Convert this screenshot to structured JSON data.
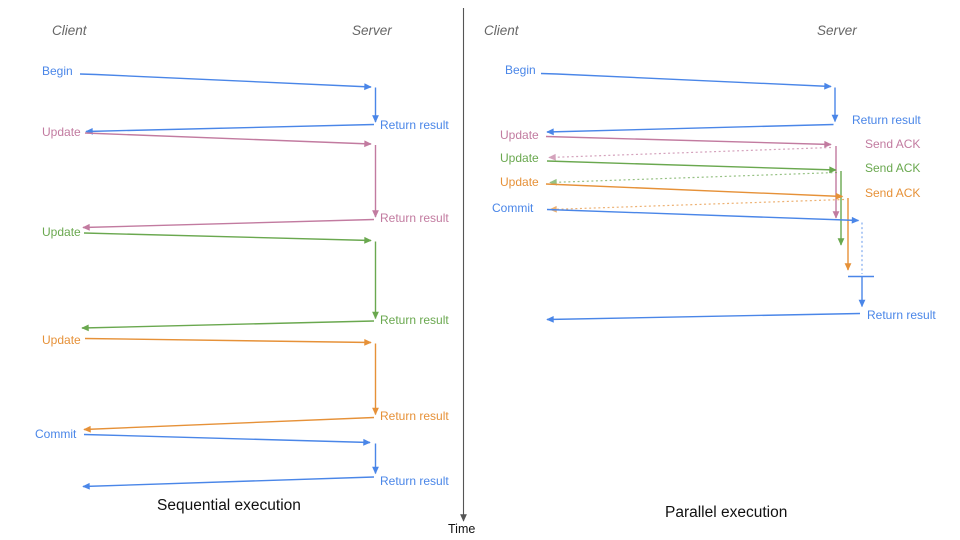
{
  "palette": {
    "blue": "#4a86e8",
    "pink": "#c27ba0",
    "green": "#6aa84f",
    "orange": "#e69138",
    "header_gray": "#666666",
    "axis_gray": "#555555",
    "text_black": "#111111"
  },
  "time_axis_label": "Time",
  "left": {
    "client": "Client",
    "server": "Server",
    "title": "Sequential execution",
    "rows": [
      {
        "request": "Begin",
        "color": "blue",
        "response": "Return result"
      },
      {
        "request": "Update",
        "color": "pink",
        "response": "Return result"
      },
      {
        "request": "Update",
        "color": "green",
        "response": "Return result"
      },
      {
        "request": "Update",
        "color": "orange",
        "response": "Return result"
      },
      {
        "request": "Commit",
        "color": "blue",
        "response": "Return result"
      }
    ]
  },
  "right": {
    "client": "Client",
    "server": "Server",
    "title": "Parallel execution",
    "rows": [
      {
        "request": "Begin",
        "color": "blue",
        "response": "Return result"
      },
      {
        "request": "Update",
        "color": "pink",
        "response": "Send ACK"
      },
      {
        "request": "Update",
        "color": "green",
        "response": "Send ACK"
      },
      {
        "request": "Update",
        "color": "orange",
        "response": "Send ACK"
      },
      {
        "request": "Commit",
        "color": "blue",
        "response": "Return result"
      }
    ]
  }
}
